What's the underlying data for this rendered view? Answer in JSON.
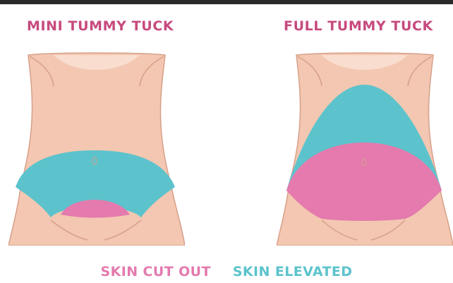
{
  "titles": {
    "left": "MINI TUMMY TUCK",
    "right": "FULL TUMMY TUCK"
  },
  "legend": {
    "cut_out": "SKIN CUT OUT",
    "elevated": "SKIN ELEVATED"
  },
  "colors": {
    "title_text": "#c74a7e",
    "cut_out": "#e47aae",
    "elevated": "#5cc3cc",
    "skin": "#f3c7b1",
    "skin_light": "#f9ddcf",
    "skin_outline": "#d7a08a",
    "frame": "#2a2a2a"
  }
}
